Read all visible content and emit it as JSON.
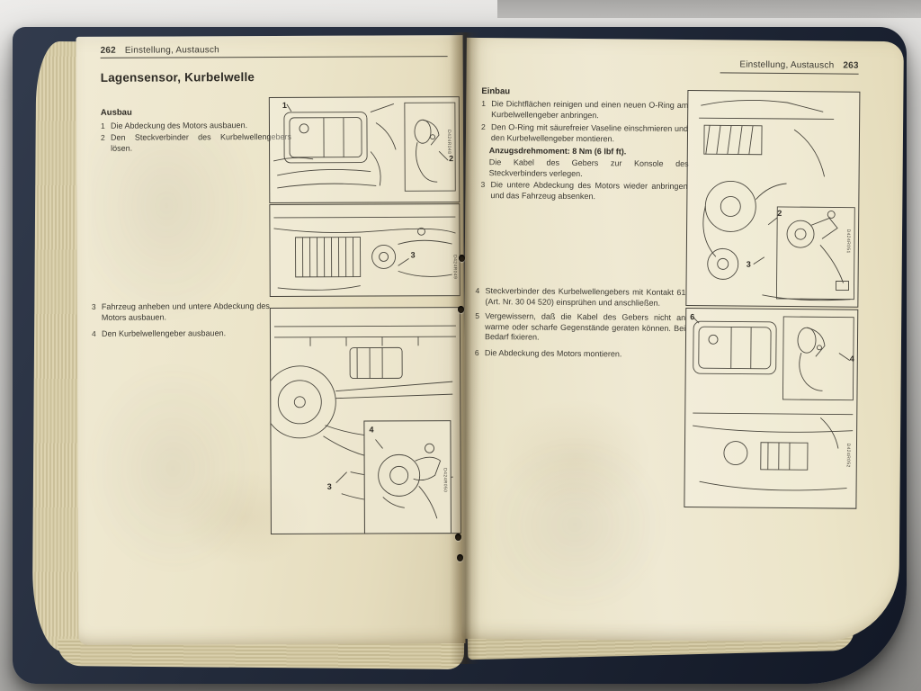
{
  "left_page": {
    "page_number": "262",
    "header": "Einstellung, Austausch",
    "title": "Lagensensor, Kurbelwelle",
    "section_heading": "Ausbau",
    "steps": [
      {
        "num": "1",
        "text": "Die Abdeckung des Motors ausbauen."
      },
      {
        "num": "2",
        "text": "Den Steckverbinder des Kurbelwellengebers lösen."
      },
      {
        "num": "3",
        "text": "Fahrzeug anheben und untere Abdeckung des Motors ausbauen."
      },
      {
        "num": "4",
        "text": "Den Kurbelwellengeber ausbauen."
      }
    ],
    "figures": {
      "fig1": {
        "callout_1": "1",
        "callout_2": "2",
        "label": "D424R048"
      },
      "fig2": {
        "callout_3": "3",
        "label": "D424R049"
      },
      "fig3": {
        "callout_3": "3",
        "callout_4": "4",
        "label": "D424R050"
      }
    }
  },
  "right_page": {
    "page_number": "263",
    "header": "Einstellung, Austausch",
    "section_heading": "Einbau",
    "steps": [
      {
        "num": "1",
        "text": "Die Dichtflächen reinigen und einen neuen O-Ring am Kurbelwellengeber anbringen."
      },
      {
        "num": "2",
        "text": "Den O-Ring mit säurefreier Vaseline einschmieren und den Kurbelwellengeber montieren."
      },
      {
        "num": "3",
        "text": "Die untere Abdeckung des Motors wieder anbringen und das Fahrzeug absenken."
      },
      {
        "num": "4",
        "text": "Steckverbinder des Kurbelwellengebers mit Kontakt 61 (Art. Nr. 30 04 520) einsprühen und anschließen."
      },
      {
        "num": "5",
        "text": "Vergewissern, daß die Kabel des Gebers nicht an warme oder scharfe Gegenstände geraten können. Bei Bedarf fixieren."
      },
      {
        "num": "6",
        "text": "Die Abdeckung des Motors montieren."
      }
    ],
    "torque_note": "Anzugsdrehmoment: 8 Nm (6 lbf ft).",
    "cable_note": "Die Kabel des Gebers zur Konsole des Steckverbinders verlegen.",
    "figures": {
      "fig1": {
        "callout_2": "2",
        "callout_3": "3",
        "label": "D424R051"
      },
      "fig2": {
        "callout_6": "6",
        "callout_4": "4",
        "label": "D424R052"
      }
    }
  }
}
